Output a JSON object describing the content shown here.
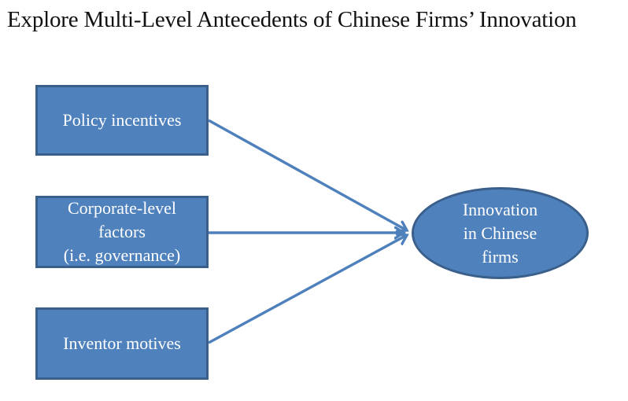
{
  "title": "Explore Multi-Level Antecedents of Chinese Firms’ Innovation",
  "diagram": {
    "nodes": [
      {
        "id": "policy-incentives",
        "shape": "rectangle",
        "lines": [
          "Policy incentives"
        ]
      },
      {
        "id": "corporate-level-factors",
        "shape": "rectangle",
        "lines": [
          "Corporate-level",
          "factors",
          "(i.e. governance)"
        ]
      },
      {
        "id": "inventor-motives",
        "shape": "rectangle",
        "lines": [
          "Inventor motives"
        ]
      }
    ],
    "target": {
      "id": "innovation-in-chinese-firms",
      "shape": "ellipse",
      "lines": [
        "Innovation",
        "in Chinese",
        "firms"
      ]
    },
    "connections": [
      {
        "from": "policy-incentives",
        "to": "innovation-in-chinese-firms"
      },
      {
        "from": "corporate-level-factors",
        "to": "innovation-in-chinese-firms"
      },
      {
        "from": "inventor-motives",
        "to": "innovation-in-chinese-firms"
      }
    ],
    "colors": {
      "shape_fill": "#4f81bd",
      "shape_border": "#3a5f8b",
      "arrow": "#4e80bc",
      "text_on_shape": "#ffffff",
      "title_text": "#111111",
      "background": "#ffffff"
    }
  }
}
